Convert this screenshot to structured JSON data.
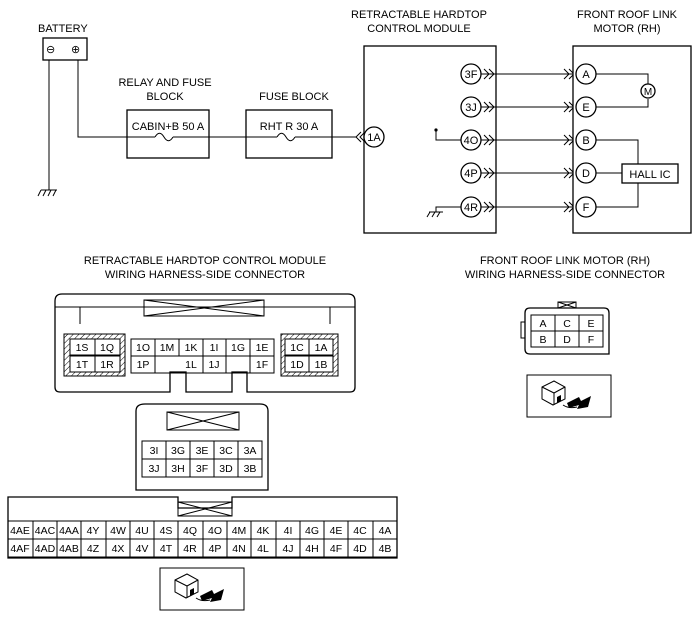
{
  "schematic": {
    "battery": {
      "label": "BATTERY",
      "minus": "⊖",
      "plus": "⊕"
    },
    "relay_fuse_block": {
      "title_line1": "RELAY AND FUSE",
      "title_line2": "BLOCK",
      "fuse": "CABIN+B 50 A"
    },
    "fuse_block": {
      "title": "FUSE BLOCK",
      "fuse": "RHT R 30 A"
    },
    "control_module": {
      "title_line1": "RETRACTABLE HARDTOP",
      "title_line2": "CONTROL MODULE",
      "input_pin": "1A",
      "pins": [
        "3F",
        "3J",
        "4O",
        "4P",
        "4R"
      ]
    },
    "motor": {
      "title_line1": "FRONT ROOF LINK",
      "title_line2": "MOTOR (RH)",
      "pins": [
        "A",
        "E",
        "B",
        "D",
        "F"
      ],
      "motor_symbol": "M",
      "hall_ic": "HALL IC"
    }
  },
  "connector_left": {
    "title_line1": "RETRACTABLE HARDTOP CONTROL MODULE",
    "title_line2": "WIRING HARNESS-SIDE CONNECTOR",
    "block1": {
      "left_rows": [
        [
          "1S",
          "1Q"
        ],
        [
          "1T",
          "1R"
        ]
      ],
      "mid_row1": [
        "1O",
        "1M",
        "1K",
        "1I",
        "1G",
        "1E"
      ],
      "mid_row2": [
        "1P",
        "1L",
        "1J",
        "1F"
      ],
      "right_rows": [
        [
          "1C",
          "1A"
        ],
        [
          "1D",
          "1B"
        ]
      ]
    },
    "block3": {
      "row1": [
        "3I",
        "3G",
        "3E",
        "3C",
        "3A"
      ],
      "row2": [
        "3J",
        "3H",
        "3F",
        "3D",
        "3B"
      ]
    },
    "block4": {
      "row1": [
        "4AE",
        "4AC",
        "4AA",
        "4Y",
        "4W",
        "4U",
        "4S",
        "4Q",
        "4O",
        "4M",
        "4K",
        "4I",
        "4G",
        "4E",
        "4C",
        "4A"
      ],
      "row2": [
        "4AF",
        "4AD",
        "4AB",
        "4Z",
        "4X",
        "4V",
        "4T",
        "4R",
        "4P",
        "4N",
        "4L",
        "4J",
        "4H",
        "4F",
        "4D",
        "4B"
      ]
    }
  },
  "connector_right": {
    "title_line1": "FRONT ROOF LINK MOTOR (RH)",
    "title_line2": "WIRING HARNESS-SIDE CONNECTOR",
    "row1": [
      "A",
      "C",
      "E"
    ],
    "row2": [
      "B",
      "D",
      "F"
    ]
  },
  "icons": [
    "battery-icon",
    "fuse-icon",
    "motor-icon",
    "ground-icon",
    "connector-view-icon"
  ]
}
